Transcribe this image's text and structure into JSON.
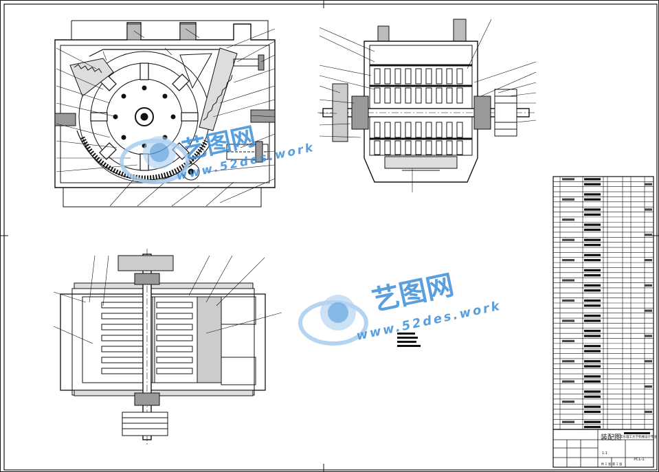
{
  "drawing": {
    "title_block": {
      "drawing_title": "装配图",
      "scale": "1:1",
      "sheet_info": "共 1 张 第 1 张",
      "school_line": "华东理工大学机械设计专业",
      "drawing_no": "PCL-1"
    },
    "watermarks": [
      {
        "cn": "艺图网",
        "url": "www.52des.work"
      },
      {
        "cn": "艺图网",
        "url": "www.52des.work"
      }
    ],
    "bom": {
      "header": [
        "序号",
        "代号",
        "名称",
        "数量",
        "材料",
        "备注"
      ],
      "row_count": 50
    }
  },
  "colors": {
    "line": "#111111",
    "watermark_blue": "#3d8fd8",
    "watermark_light": "#a9cdef"
  }
}
